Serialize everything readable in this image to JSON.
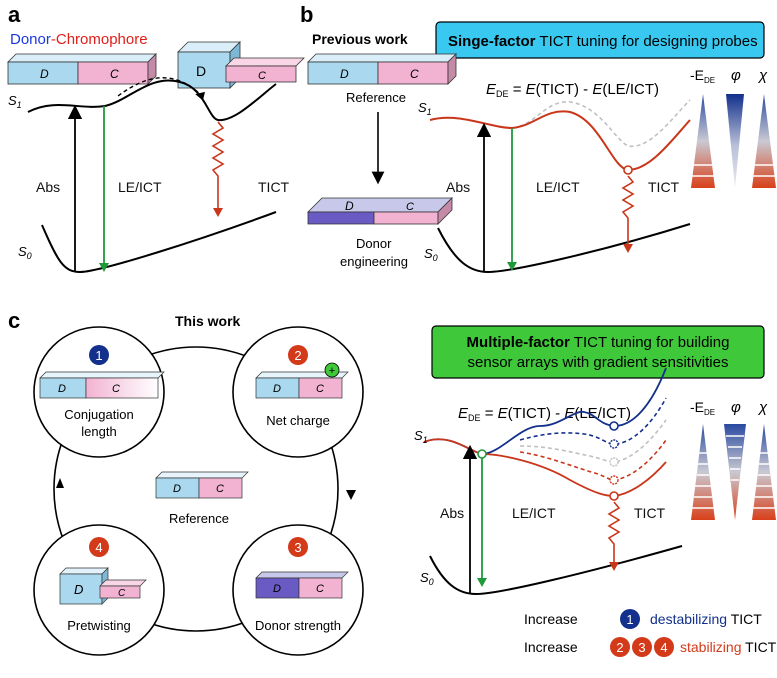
{
  "panels": {
    "a": "a",
    "b": "b",
    "c": "c"
  },
  "panel_a": {
    "donor": "Donor",
    "dash": "-",
    "chromophore": "Chromophore",
    "block_d": "D",
    "block_c": "C",
    "state_s1": "S",
    "state_s1_sub": "1",
    "state_s0": "S",
    "state_s0_sub": "0",
    "abs": "Abs",
    "le_ict": "LE/ICT",
    "tict": "TICT"
  },
  "panel_b": {
    "previous_work": "Previous work",
    "banner_bold": "Singe-factor",
    "banner_rest": " TICT tuning for designing probes",
    "reference": "Reference",
    "donor_line1": "Donor",
    "donor_line2": "engineering",
    "eq_e": "E",
    "eq_sub": "DE",
    "eq_rest1": " = ",
    "eq_e2": "E",
    "eq_rest2": "(TICT) - ",
    "eq_e3": "E",
    "eq_rest3": "(LE/ICT)",
    "minus_e": "-E",
    "minus_e_sub": "DE",
    "phi": "φ",
    "chi": "χ",
    "abs": "Abs",
    "le_ict": "LE/ICT",
    "tict": "TICT",
    "s1": "S",
    "s1_sub": "1",
    "s0": "S",
    "s0_sub": "0"
  },
  "panel_c": {
    "this_work": "This work",
    "circles": [
      {
        "number": "1",
        "line1": "Conjugation",
        "line2": "length"
      },
      {
        "number": "2",
        "line1": "Net charge",
        "line2": ""
      },
      {
        "number": "3",
        "line1": "Donor strength",
        "line2": ""
      },
      {
        "number": "4",
        "line1": "Pretwisting",
        "line2": ""
      }
    ],
    "reference": "Reference",
    "banner_bold": "Multiple-factor",
    "banner_line1_rest": " TICT tuning for building",
    "banner_line2": "sensor arrays with gradient sensitivities",
    "abs": "Abs",
    "le_ict": "LE/ICT",
    "tict": "TICT",
    "increase1": "Increase",
    "destabilizing": "destabilizing",
    "tict_word": "TICT",
    "increase2": "Increase",
    "stabilizing": "stabilizing",
    "n1": "1",
    "n2": "2",
    "n3": "3",
    "n4": "4",
    "plus": "+"
  },
  "colors": {
    "blue_block": "#a9d8ef",
    "pink_block": "#f2b3d2",
    "dark_donor": "#6a5bc4",
    "red_orange": "#c9361a",
    "dark_blue": "#12308c",
    "green_arrow": "#1f9a3a",
    "cyan_banner": "#38c8f0",
    "green_banner": "#3fc83a",
    "donor_text": "#1a3adb",
    "chromophore_text": "#e0201a"
  }
}
